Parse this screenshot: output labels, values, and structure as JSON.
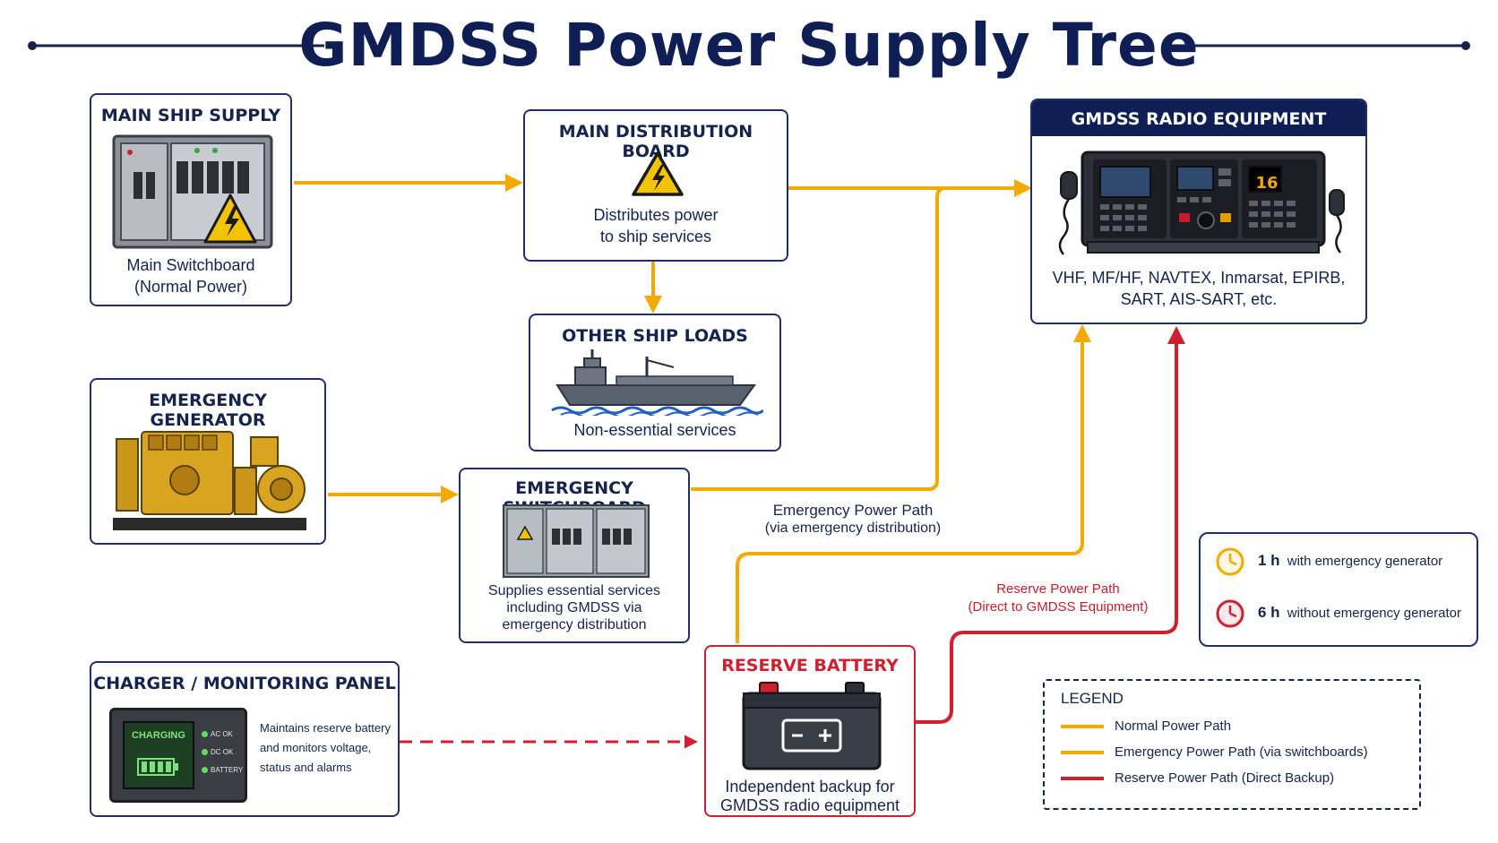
{
  "title": "GMDSS Power Supply Tree",
  "colors": {
    "normal_path": "#f2a900",
    "reserve_path": "#d01f2f",
    "navy": "#15234f",
    "header_fill": "#0f1f56"
  },
  "nodes": {
    "main_ship_supply": {
      "title": "MAIN SHIP SUPPLY",
      "line1": "Main Switchboard",
      "line2": "(Normal Power)"
    },
    "main_distribution_board": {
      "title": "MAIN DISTRIBUTION BOARD",
      "line1": "Distributes power",
      "line2": "to ship services"
    },
    "other_ship_loads": {
      "title": "OTHER SHIP LOADS",
      "line1": "Non-essential services"
    },
    "gmdss_radio_equipment": {
      "title": "GMDSS RADIO EQUIPMENT",
      "line1": "VHF, MF/HF, NAVTEX, Inmarsat, EPIRB,",
      "line2": "SART, AIS-SART, etc.",
      "display_value": "16"
    },
    "emergency_generator": {
      "title": "EMERGENCY GENERATOR"
    },
    "emergency_switchboard": {
      "title": "EMERGENCY SWITCHBOARD",
      "line1": "Supplies essential services",
      "line2": "including GMDSS via",
      "line3": "emergency distribution"
    },
    "charger_panel": {
      "title": "CHARGER / MONITORING PANEL",
      "screen_label": "CHARGING",
      "indicators": [
        "AC OK",
        "DC OK",
        "BATTERY"
      ],
      "line1": "Maintains reserve battery",
      "line2": "and monitors voltage,",
      "line3": "status and alarms"
    },
    "reserve_battery": {
      "title": "RESERVE BATTERY",
      "line1": "Independent backup for",
      "line2": "GMDSS radio equipment"
    }
  },
  "path_labels": {
    "emergency": {
      "line1": "Emergency Power Path",
      "line2": "(via emergency distribution)"
    },
    "reserve": {
      "line1": "Reserve Power Path",
      "line2": "(Direct to GMDSS Equipment)"
    }
  },
  "durations": [
    {
      "value": "1 h",
      "text": "with emergency generator",
      "icon": "clock-icon-yellow"
    },
    {
      "value": "6 h",
      "text": "without emergency generator",
      "icon": "clock-icon-red"
    }
  ],
  "legend": {
    "title": "LEGEND",
    "items": [
      {
        "label": "Normal Power Path",
        "color": "#f2a900"
      },
      {
        "label": "Emergency Power Path (via switchboards)",
        "color": "#f2a900"
      },
      {
        "label": "Reserve Power Path (Direct Backup)",
        "color": "#d01f2f"
      }
    ]
  }
}
